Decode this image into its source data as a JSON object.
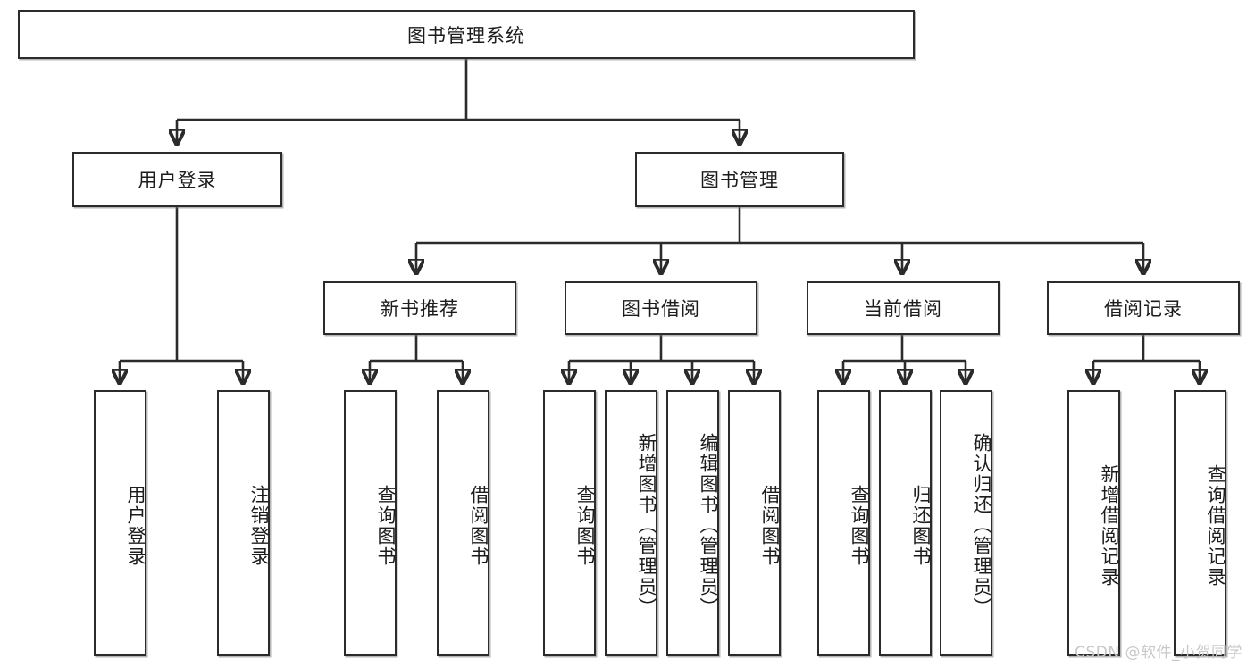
{
  "diagram": {
    "title": "图书管理系统",
    "watermark": "CSDN @软件_小贺同学",
    "accent_color": "#2b2b2b",
    "background_color": "#ffffff",
    "levels": {
      "root": {
        "label": "图书管理系统"
      },
      "level2": [
        {
          "label": "用户登录"
        },
        {
          "label": "图书管理"
        }
      ],
      "level3": [
        {
          "label": "新书推荐"
        },
        {
          "label": "图书借阅"
        },
        {
          "label": "当前借阅"
        },
        {
          "label": "借阅记录"
        }
      ],
      "leaves": {
        "user_login": [
          {
            "label": "用户登录"
          },
          {
            "label": "注销登录"
          }
        ],
        "new_book_recommend": [
          {
            "label": "查询图书"
          },
          {
            "label": "借阅图书"
          }
        ],
        "book_borrow": [
          {
            "label": "查询图书"
          },
          {
            "label": "新增图书（管理员）"
          },
          {
            "label": "编辑图书（管理员）"
          },
          {
            "label": "借阅图书"
          }
        ],
        "current_borrow": [
          {
            "label": "查询图书"
          },
          {
            "label": "归还图书"
          },
          {
            "label": "确认归还（管理员）"
          }
        ],
        "borrow_record": [
          {
            "label": "新增借阅记录"
          },
          {
            "label": "查询借阅记录"
          }
        ]
      }
    }
  }
}
